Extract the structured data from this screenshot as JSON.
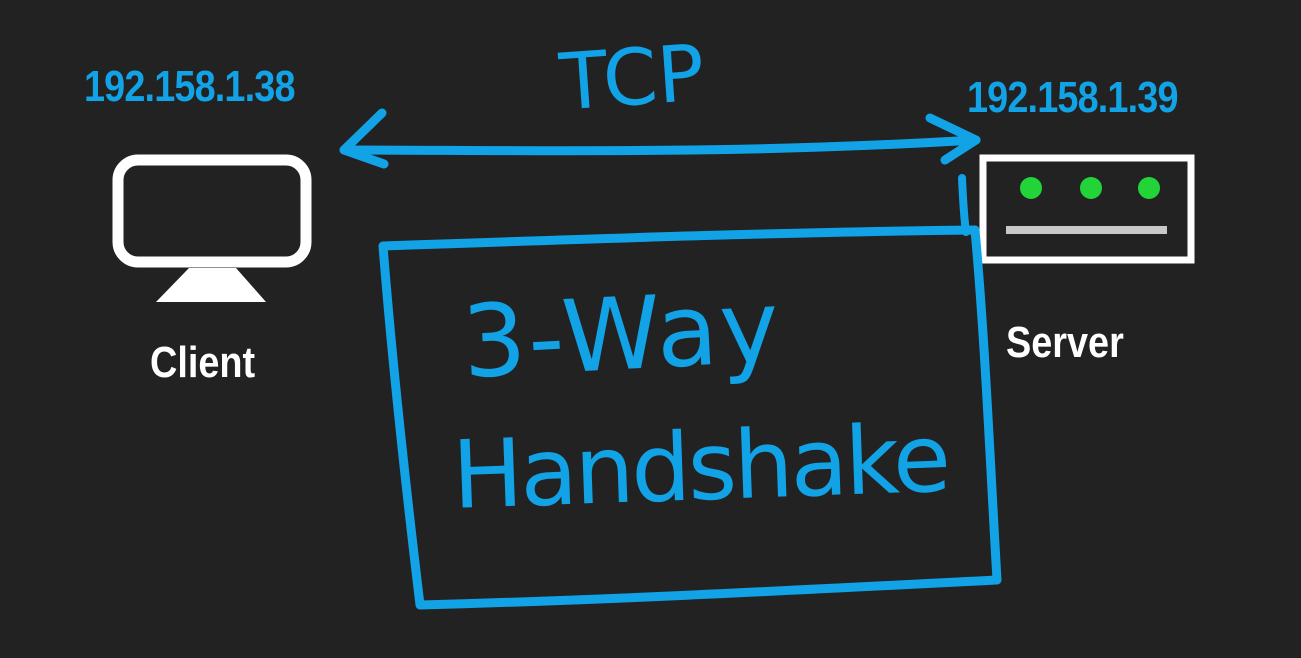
{
  "colors": {
    "background": "#222222",
    "accent": "#12a2e6",
    "label": "#ffffff",
    "server_light": "#22d437",
    "server_bar": "#c8c8c8"
  },
  "client": {
    "ip": "192.158.1.38",
    "label": "Client",
    "icon": "monitor-icon"
  },
  "server": {
    "ip": "192.158.1.39",
    "label": "Server",
    "icon": "server-icon",
    "status_lights": 3
  },
  "connection": {
    "label": "TCP",
    "icon": "double-arrow-icon"
  },
  "handshake_box": {
    "line1": "3-Way",
    "line2": "Handshake"
  }
}
